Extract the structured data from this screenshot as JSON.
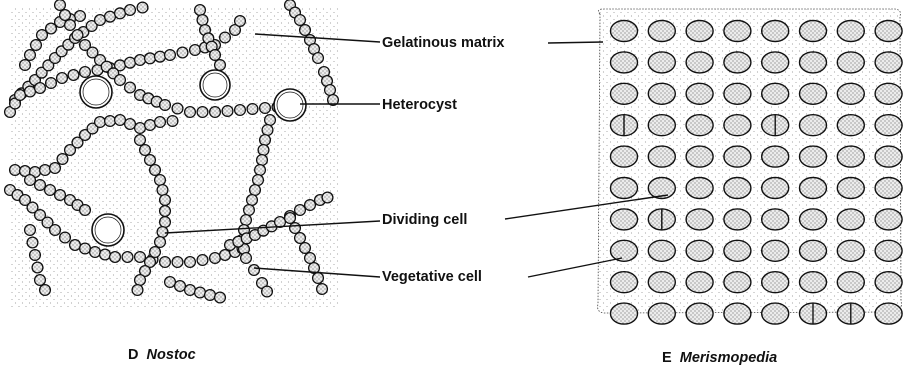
{
  "labels": {
    "gelatinous_matrix": "Gelatinous matrix",
    "heterocyst": "Heterocyst",
    "dividing_cell": "Dividing cell",
    "vegetative_cell": "Vegetative cell"
  },
  "captions": {
    "left": {
      "letter": "D",
      "genus": "Nostoc"
    },
    "right": {
      "letter": "E",
      "genus": "Merismopedia"
    }
  },
  "colors": {
    "ink": "#111111",
    "stipple": "#9a9a9a",
    "cell_fill": "#e4e4e4"
  }
}
